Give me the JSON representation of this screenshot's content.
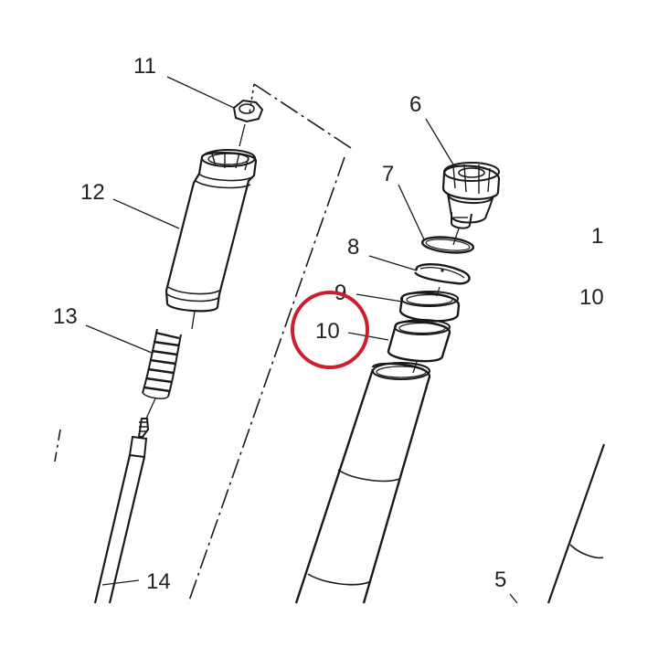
{
  "diagram": {
    "callouts": {
      "c11": "11",
      "c12": "12",
      "c13": "13",
      "c14": "14",
      "c6": "6",
      "c7": "7",
      "c8": "8",
      "c9": "9",
      "c10": "10",
      "c5": "5",
      "c10_right": "10",
      "c1_right": "1"
    },
    "colors": {
      "line": "#1a1a1a",
      "label": "#222222",
      "highlight_circle": "#cc1f2e",
      "background": "#ffffff"
    }
  }
}
